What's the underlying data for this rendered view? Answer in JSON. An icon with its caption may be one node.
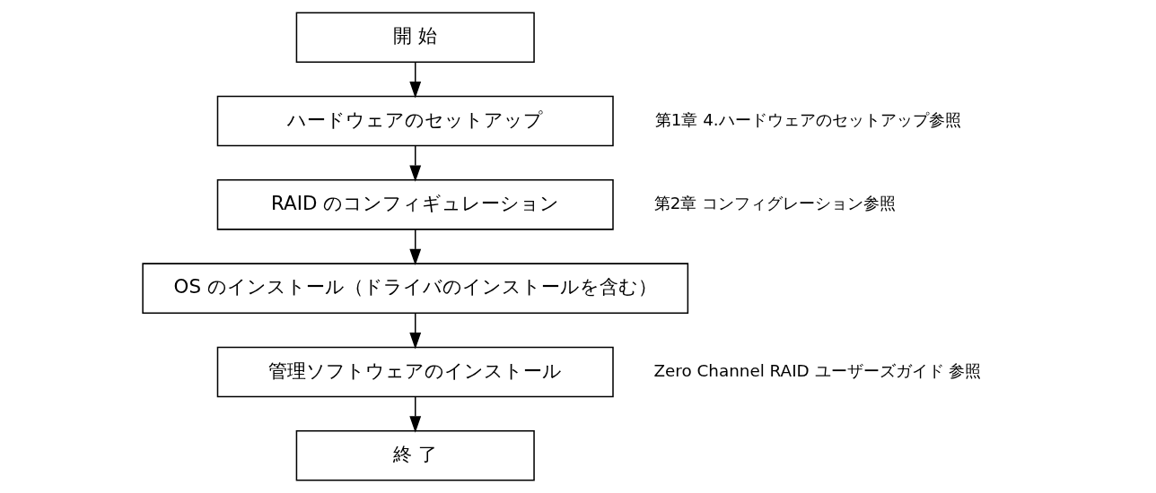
{
  "diagram": {
    "nodes": [
      {
        "text": [
          "開 始"
        ]
      },
      {
        "text": [
          "ハードウェアのセットアップ"
        ],
        "beside": [
          "第1章 4.ハードウェアのセットアップ参照"
        ]
      },
      {
        "text": [
          "RAID のコンフィギュレーション"
        ],
        "beside": [
          "第2章 コンフィグレーション参照"
        ]
      },
      {
        "text": [
          "OS のインストール（ドライバのインストールを含む）"
        ]
      },
      {
        "text": [
          "管理ソフトウェアのインストール"
        ],
        "beside": [
          "Zero Channel RAID ユーザーズガイド 参照"
        ]
      },
      {
        "text": [
          "終 了"
        ]
      }
    ],
    "edges": [
      {
        "from": 0,
        "to": 1,
        "arrow": "to"
      },
      {
        "from": 1,
        "to": 2,
        "arrow": "to"
      },
      {
        "from": 2,
        "to": 3,
        "arrow": "to"
      },
      {
        "from": 3,
        "to": 4,
        "arrow": "to"
      },
      {
        "from": 4,
        "to": 5,
        "arrow": "to"
      }
    ]
  }
}
